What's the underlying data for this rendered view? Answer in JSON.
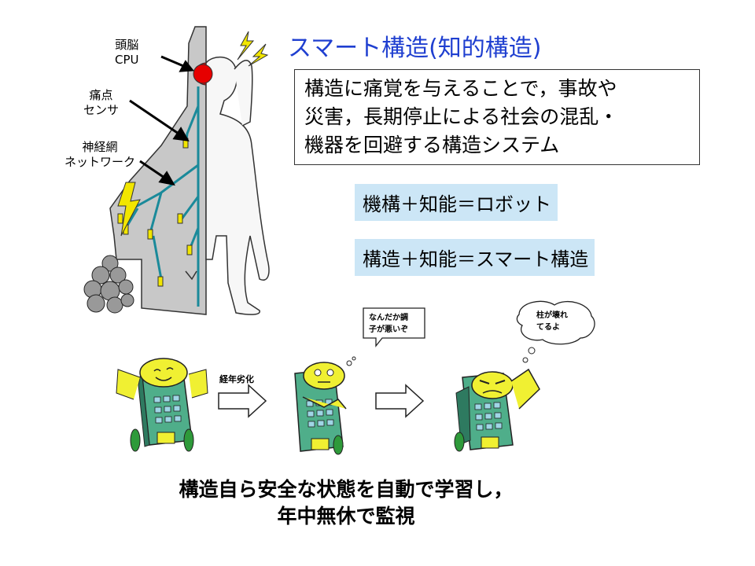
{
  "title": "スマート構造(知的構造)",
  "description": "構造に痛覚を与えることで，事故や\n災害，長期停止による社会の混乱・\n機器を回避する構造システム",
  "equations": {
    "robot": "機構＋知能＝ロボット",
    "smart": "構造＋知能＝スマート構造"
  },
  "figure_labels": {
    "brain": "頭脳\nCPU",
    "pain": "痛点\nセンサ",
    "nerve": "神経網\nネットワーク"
  },
  "building_strip": {
    "arrow_label": "経年劣化",
    "bubble_1": "なんだか調\n子が悪いぞ",
    "bubble_2": "柱が壊れ\nてるよ"
  },
  "conclusion": "構造自ら安全な状態を自動で学習し，\n年中無休で監視",
  "colors": {
    "title": "#1f3fd0",
    "equation_bg": "#cce6f6",
    "structure_gray": "#c8c8c8",
    "nerve_line": "#1a8a9a",
    "sensor": "#f2e600",
    "cpu_red": "#e60000",
    "building_green": "#4fae8a",
    "building_yellow": "#f0f032"
  }
}
